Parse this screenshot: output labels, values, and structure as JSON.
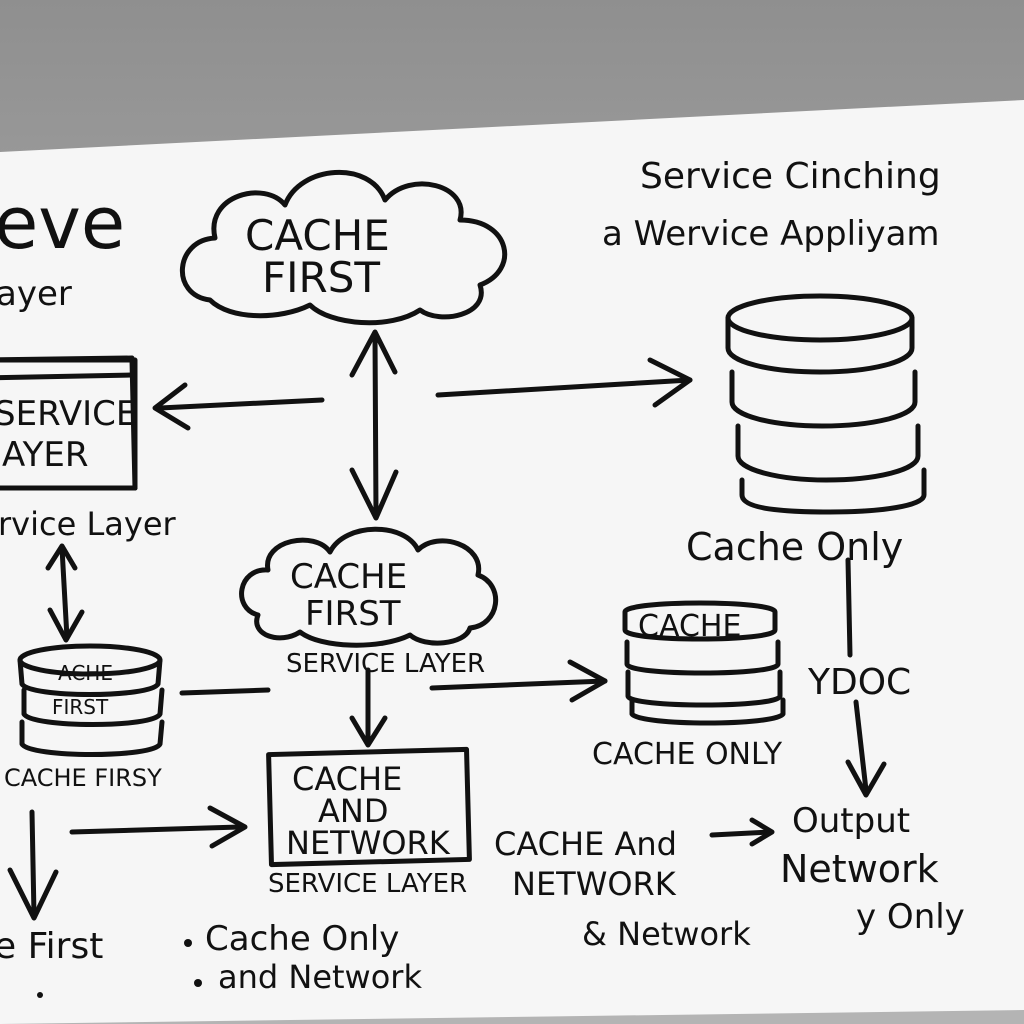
{
  "top_left_title": "eve",
  "top_left_subtitle": "ayer",
  "top_right_line1": "Service Cinching",
  "top_right_line2": "a Wervice Appliyam",
  "cloud_top": {
    "line1": "CACHE",
    "line2": "FIRST"
  },
  "service_box": {
    "line1": "SERVICE",
    "line2": "AYER"
  },
  "service_box_caption": "rvice Layer",
  "db_right_caption": "Cache Only",
  "cloud_mid": {
    "line1": "CACHE",
    "line2": "FIRST"
  },
  "cloud_mid_caption": "SERVICE LAYER",
  "db_left": {
    "line1": "ACHE",
    "line2": "FIRST"
  },
  "db_left_caption": "CACHE FIRSY",
  "db_mid_label": "CACHE",
  "db_mid_caption": "CACHE ONLY",
  "ydoc_label": "YDOC",
  "network_box": {
    "line1": "CACHE",
    "line2": "AND",
    "line3": "NETWORK"
  },
  "network_box_caption": "SERVICE LAYER",
  "cache_and_network": {
    "line1": "CACHE And",
    "line2": "NETWORK",
    "line3": "& Network"
  },
  "output": {
    "line1": "Output",
    "line2": "Network",
    "line3": "y Only"
  },
  "bottom_left": "e First",
  "bullets": [
    "Cache Only",
    "and Network"
  ]
}
